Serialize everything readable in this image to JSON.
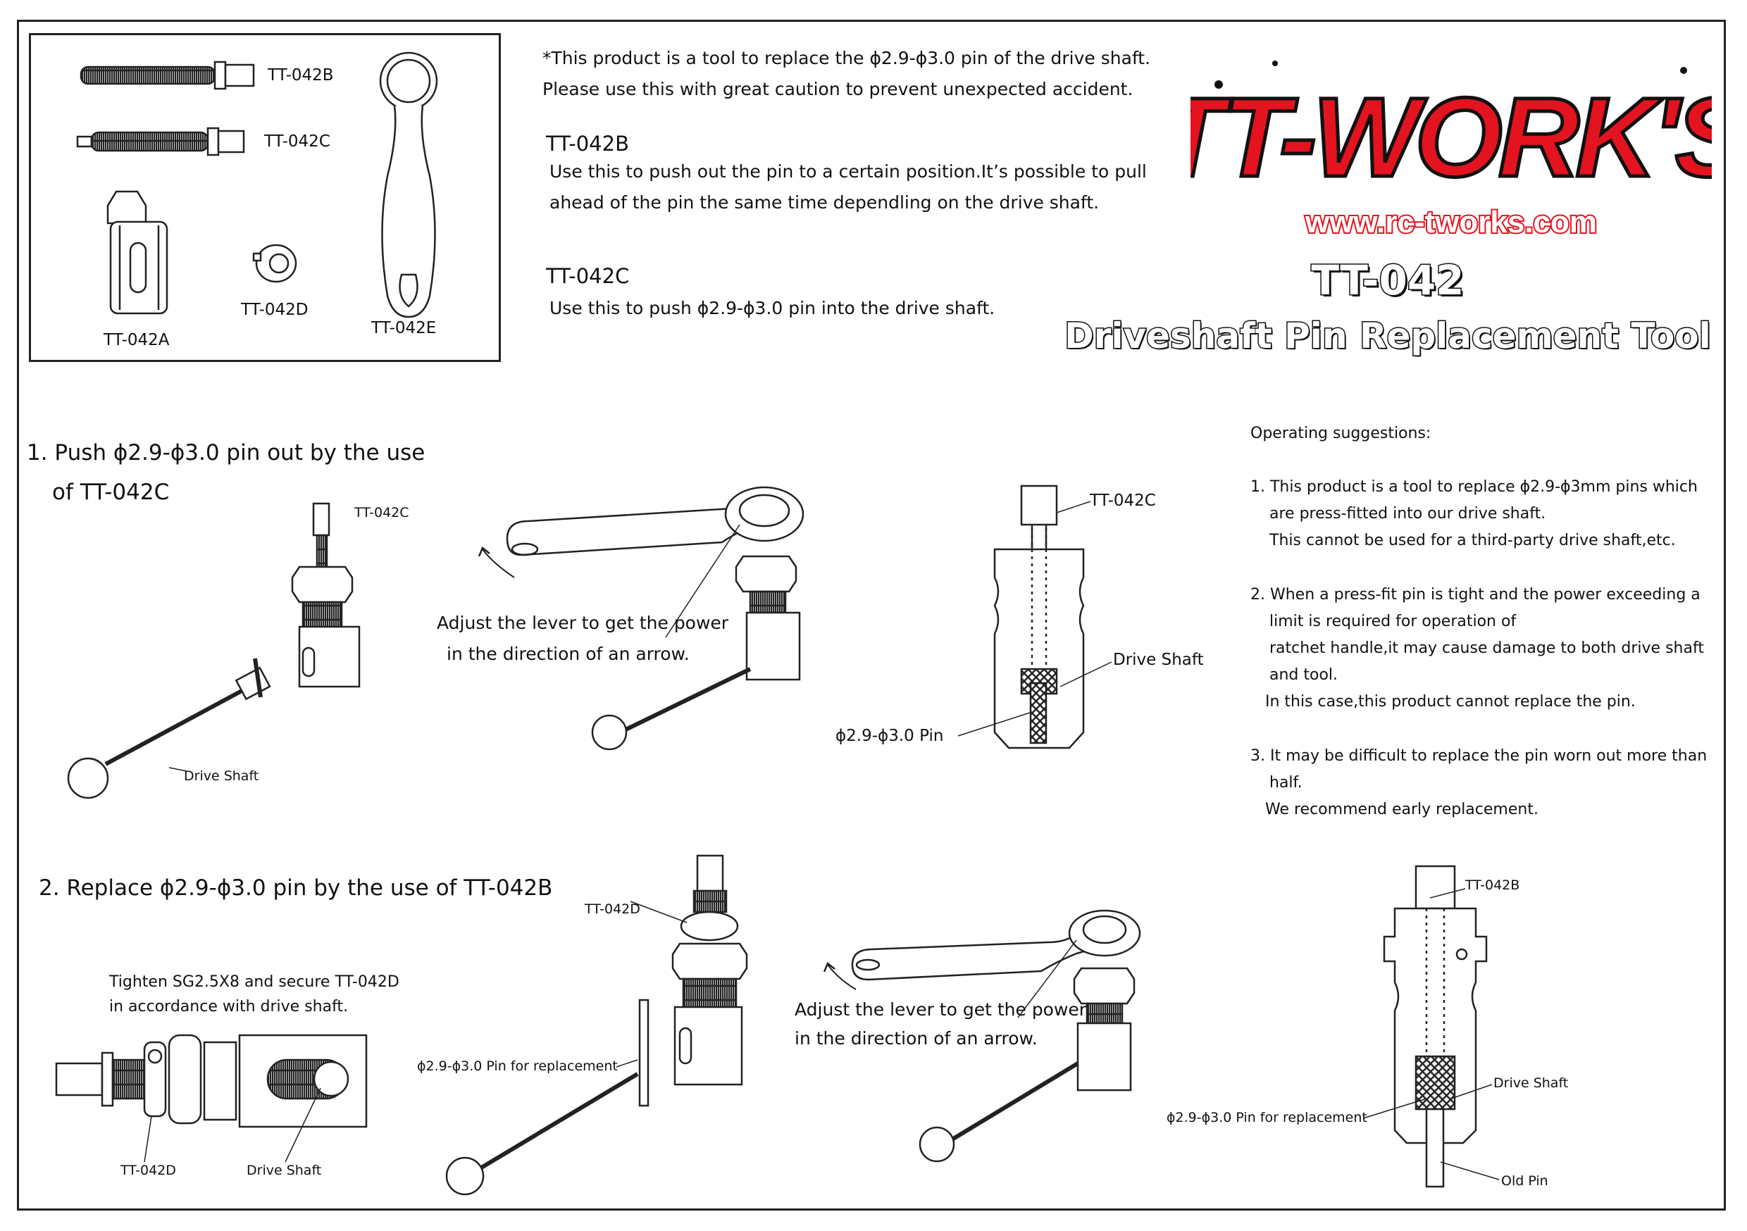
{
  "parts_box": {
    "labels": [
      "TT-042B",
      "TT-042C",
      "TT-042A",
      "TT-042D",
      "TT-042E"
    ]
  },
  "intro": {
    "line1": "*This product is a tool to replace the ϕ2.9-ϕ3.0 pin of the drive shaft.",
    "line2": "Please use this with great caution to prevent unexpected accident."
  },
  "tools": [
    {
      "name": "TT-042B",
      "desc1": "Use this to push out the pin to a certain position.It’s possible to pull",
      "desc2": "ahead of the pin the same time dependling on the drive shaft."
    },
    {
      "name": "TT-042C",
      "desc1": "Use this to push ϕ2.9-ϕ3.0 pin into the drive shaft."
    }
  ],
  "logo": {
    "brand": "TT-WORK'S",
    "url": "www.rc-tworks.com",
    "brand_color": "#e3141f"
  },
  "product": {
    "model": "TT-042",
    "title": "Driveshaft Pin Replacement Tool"
  },
  "step1": {
    "heading1": "1. Push ϕ2.9-ϕ3.0 pin out by the use",
    "heading2": "of TT-042C",
    "labels": {
      "tool_a": "TT-042C",
      "shaft_a": "Drive Shaft",
      "adjust1": "Adjust the lever to get the power",
      "adjust2": "in the direction of an arrow.",
      "tool_b": "TT-042C",
      "shaft_b": "Drive Shaft",
      "pin": "ϕ2.9-ϕ3.0 Pin"
    }
  },
  "step2": {
    "heading": "2. Replace ϕ2.9-ϕ3.0 pin by the use of TT-042B",
    "labels": {
      "tighten1": "Tighten SG2.5X8 and secure TT-042D",
      "tighten2": "in accordance with drive shaft.",
      "ring_a": "TT-042D",
      "shaft_a": "Drive Shaft",
      "ring_b": "TT-042D",
      "pin_a": "ϕ2.9-ϕ3.0 Pin for replacement",
      "adjust1": "Adjust the lever to get the power",
      "adjust2": "in the direction of an arrow.",
      "tool": "TT-042B",
      "shaft_b": "Drive Shaft",
      "pin_b": "ϕ2.9-ϕ3.0 Pin for replacement",
      "old_pin": "Old Pin"
    }
  },
  "operating": {
    "title": "Operating suggestions:",
    "lines": [
      "1. This product is a tool to replace ϕ2.9-ϕ3mm pins which",
      "are press-fitted into our drive shaft.",
      "This cannot be used for a third-party drive shaft,etc.",
      "2. When a press-fit pin is tight and the power exceeding a",
      "limit is required for operation of",
      "ratchet handle,it may cause damage to both drive shaft",
      "and tool.",
      "In this case,this product cannot replace the pin.",
      "3. It may be difficult to replace the pin worn out more than",
      "half.",
      "We recommend early replacement."
    ]
  }
}
